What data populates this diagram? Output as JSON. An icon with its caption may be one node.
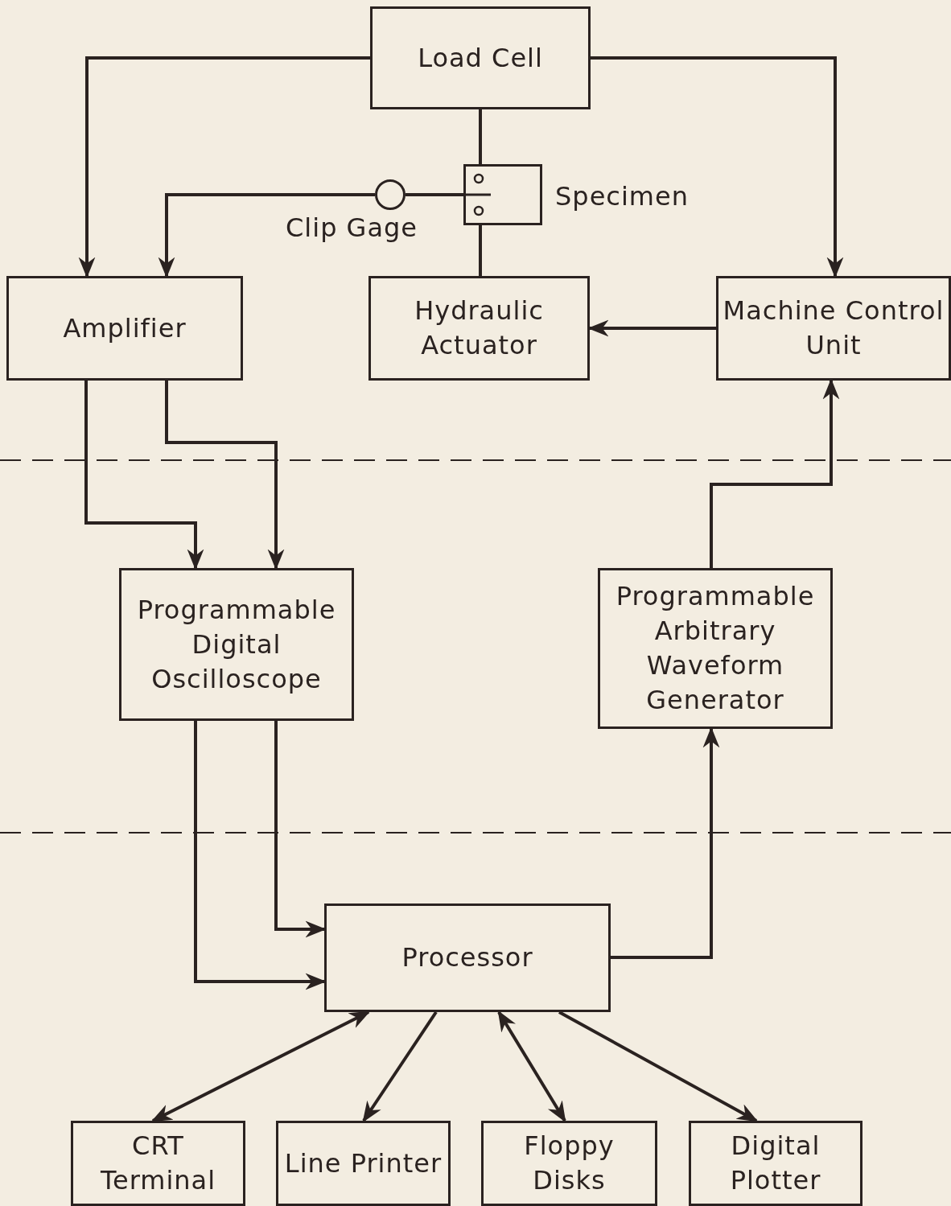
{
  "diagram": {
    "nodes": [
      {
        "text": [
          "Load Cell"
        ]
      },
      {
        "text": [],
        "shape": "box",
        "beside": [
          "Specimen"
        ]
      },
      {
        "text": [],
        "shape": "circle",
        "beside": [
          "Clip Gage"
        ]
      },
      {
        "text": [
          "Amplifier"
        ]
      },
      {
        "text": [
          "Hydraulic Actuator"
        ]
      },
      {
        "text": [
          "Machine Control Unit"
        ]
      },
      {
        "text": [
          "Programmable Digital Oscilloscope"
        ]
      },
      {
        "text": [
          "Programmable Arbitrary Waveform Generator"
        ]
      },
      {
        "text": [
          "Processor"
        ]
      },
      {
        "text": [
          "CRT Terminal"
        ]
      },
      {
        "text": [
          "Line Printer"
        ]
      },
      {
        "text": [
          "Floppy Disks"
        ]
      },
      {
        "text": [
          "Digital Plotter"
        ]
      }
    ],
    "edges": [
      {
        "from": 0,
        "to": 3,
        "arrow": "to"
      },
      {
        "from": 0,
        "to": 5,
        "arrow": "to"
      },
      {
        "from": 0,
        "to": 1,
        "arrow": "none"
      },
      {
        "from": 1,
        "to": 4,
        "arrow": "none"
      },
      {
        "from": 2,
        "to": 3,
        "arrow": "to"
      },
      {
        "from": 2,
        "to": 1,
        "arrow": "none"
      },
      {
        "from": 5,
        "to": 4,
        "arrow": "to"
      },
      {
        "from": 3,
        "to": 6,
        "arrow": "to"
      },
      {
        "from": 3,
        "to": 6,
        "arrow": "to"
      },
      {
        "from": 6,
        "to": 8,
        "arrow": "to"
      },
      {
        "from": 6,
        "to": 8,
        "arrow": "to"
      },
      {
        "from": 8,
        "to": 7,
        "arrow": "to"
      },
      {
        "from": 7,
        "to": 5,
        "arrow": "to"
      },
      {
        "from": 8,
        "to": 9,
        "arrow": "both"
      },
      {
        "from": 8,
        "to": 10,
        "arrow": "to"
      },
      {
        "from": 8,
        "to": 11,
        "arrow": "both"
      },
      {
        "from": 8,
        "to": 12,
        "arrow": "to"
      }
    ]
  }
}
